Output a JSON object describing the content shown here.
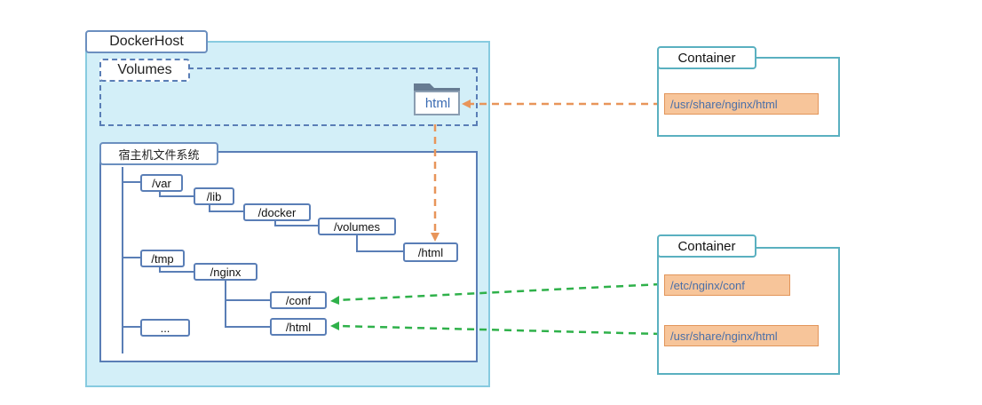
{
  "host": {
    "title": "DockerHost",
    "volumes_label": "Volumes",
    "volume_folder_label": "html",
    "fs_label": "宿主机文件系统"
  },
  "tree": {
    "var": "/var",
    "lib": "/lib",
    "docker": "/docker",
    "volumes": "/volumes",
    "volumes_html": "/html",
    "tmp": "/tmp",
    "nginx": "/nginx",
    "conf": "/conf",
    "nginx_html": "/html",
    "more": "..."
  },
  "containers": [
    {
      "title": "Container",
      "paths": [
        "/usr/share/nginx/html"
      ]
    },
    {
      "title": "Container",
      "paths": [
        "/etc/nginx/conf",
        "/usr/share/nginx/html"
      ]
    }
  ],
  "colors": {
    "volume_link": "#e8955a",
    "bind_link": "#2fb14a",
    "host_bg": "#d3eff8",
    "container_border": "#5ab0c0",
    "path_fill": "#f7c59a"
  }
}
